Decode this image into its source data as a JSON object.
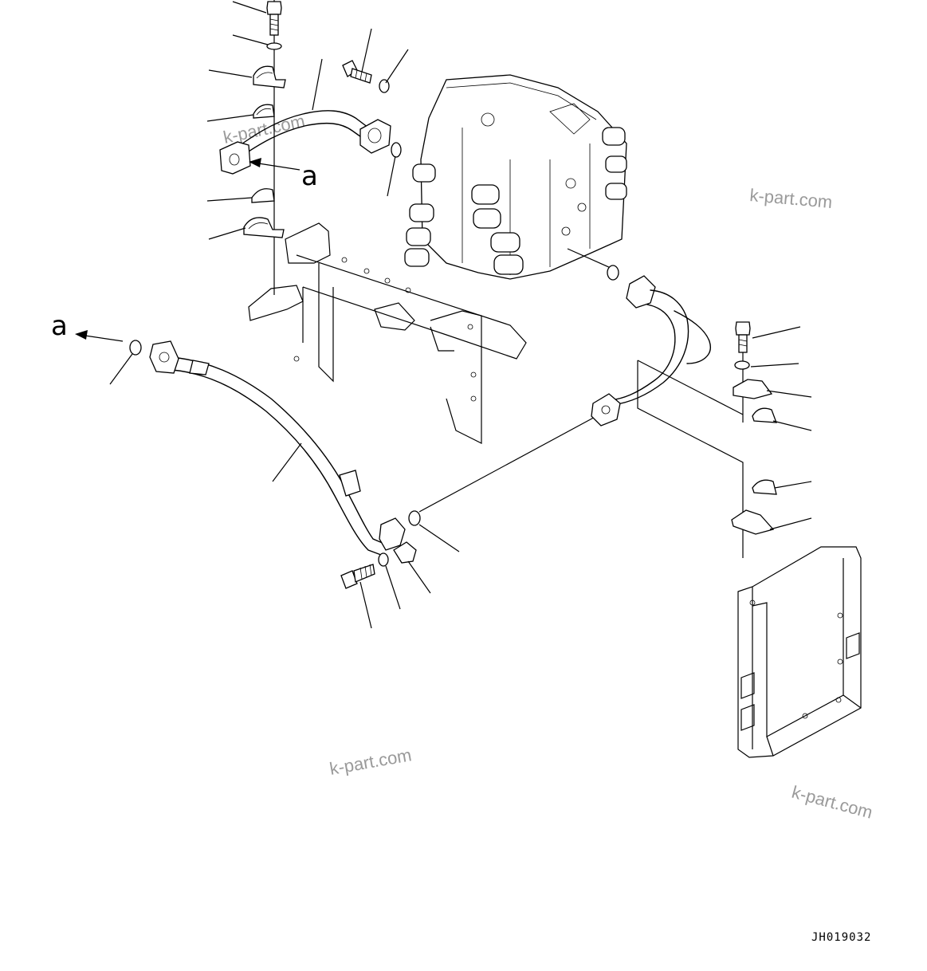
{
  "ref_letter_upper": "a",
  "ref_letter_left": "a",
  "watermark_1": "k-part.com",
  "watermark_2": "k-part.com",
  "watermark_3": "k-part.com",
  "watermark_4": "k-part.com",
  "drawing_code": "JH019032"
}
